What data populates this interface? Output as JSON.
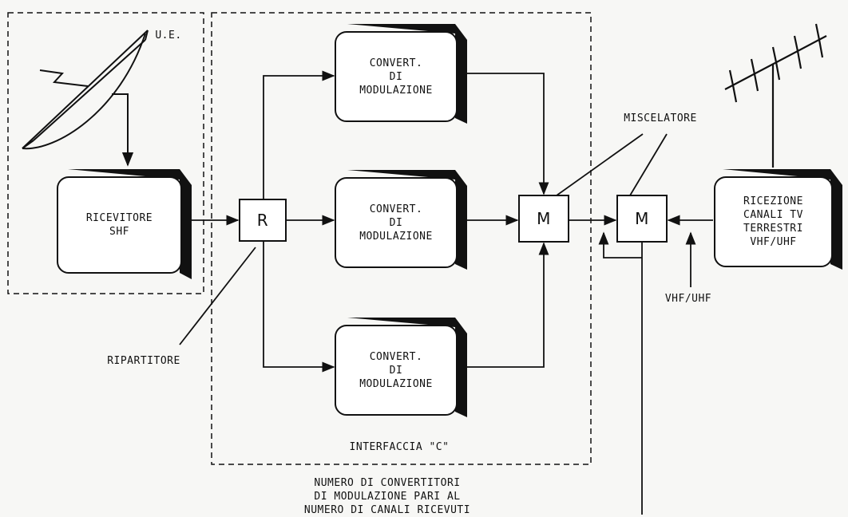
{
  "labels": {
    "ue": "U.E.",
    "ricevitore": "RICEVITORE\nSHF",
    "ripartitore_box": "R",
    "ripartitore_label": "RIPARTITORE",
    "convert_1": "CONVERT.\nDI\nMODULAZIONE",
    "convert_2": "CONVERT.\nDI\nMODULAZIONE",
    "convert_3": "CONVERT.\nDI\nMODULAZIONE",
    "mixer_1": "M",
    "mixer_2": "M",
    "miscelatore": "MISCELATORE",
    "ricezione": "RICEZIONE\nCANALI TV\nTERRESTRI\nVHF/UHF",
    "vhf_uhf": "VHF/UHF",
    "interfaccia": "INTERFACCIA \"C\"",
    "note": "NUMERO DI CONVERTITORI\nDI MODULAZIONE PARI AL\nNUMERO DI CANALI RICEVUTI"
  }
}
